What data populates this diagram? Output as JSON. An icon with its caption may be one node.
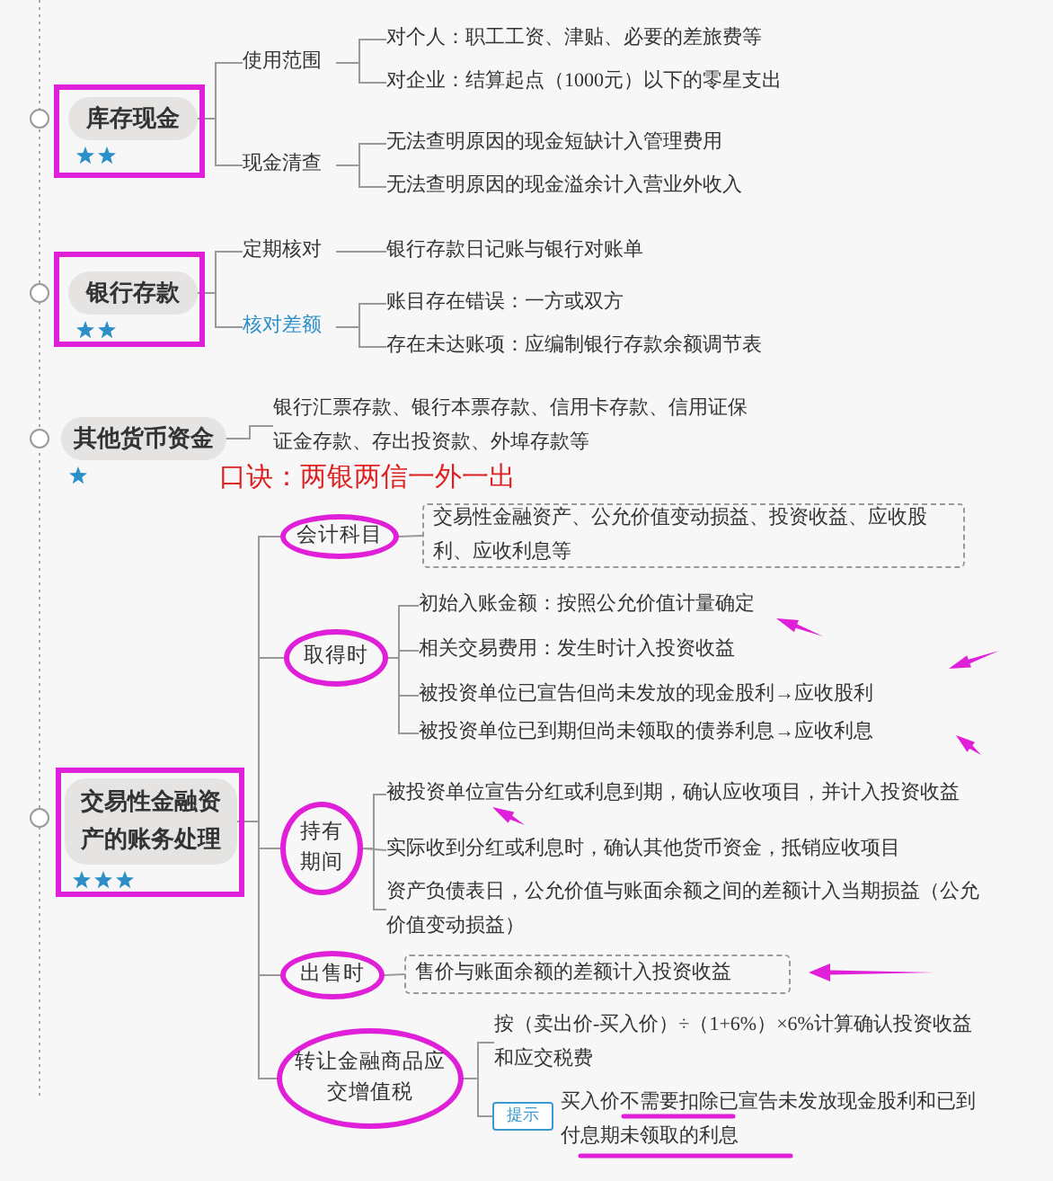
{
  "diagram": {
    "nodes": [
      {
        "text": [
          "库存现金"
        ]
      },
      {
        "text": [
          "使用范围"
        ]
      },
      {
        "text": [
          "对个人：职工工资、津贴、必要的差旅费等"
        ]
      },
      {
        "text": [
          "对企业：结算起点（1000元）以下的零星支出"
        ]
      },
      {
        "text": [
          "现金清查"
        ]
      },
      {
        "text": [
          "无法查明原因的现金短缺计入管理费用"
        ]
      },
      {
        "text": [
          "无法查明原因的现金溢余计入营业外收入"
        ]
      },
      {
        "text": [
          "银行存款"
        ]
      },
      {
        "text": [
          "定期核对"
        ]
      },
      {
        "text": [
          "银行存款日记账与银行对账单"
        ]
      },
      {
        "text": [
          "核对差额"
        ]
      },
      {
        "text": [
          "账目存在错误：一方或双方"
        ]
      },
      {
        "text": [
          "存在未达账项：应编制银行存款余额调节表"
        ]
      },
      {
        "text": [
          "其他货币资金"
        ]
      },
      {
        "text": [
          "银行汇票存款、银行本票存款、信用卡存款、信用证保证金存款、存出投资款、外埠存款等"
        ]
      },
      {
        "text": [
          "交易性金融资产的账务处理"
        ]
      },
      {
        "text": [
          "会计科目"
        ]
      },
      {
        "text": [
          "交易性金融资产、公允价值变动损益、投资收益、应收股利、应收利息等"
        ]
      },
      {
        "text": [
          "取得时"
        ]
      },
      {
        "text": [
          "初始入账金额：按照公允价值计量确定"
        ]
      },
      {
        "text": [
          "相关交易费用：发生时计入投资收益"
        ]
      },
      {
        "text": [
          "被投资单位已宣告但尚未发放的现金股利→应收股利"
        ]
      },
      {
        "text": [
          "被投资单位已到期但尚未领取的债券利息→应收利息"
        ]
      },
      {
        "text": [
          "持有期间"
        ]
      },
      {
        "text": [
          "被投资单位宣告分红或利息到期，确认应收项目，并计入投资收益"
        ]
      },
      {
        "text": [
          "实际收到分红或利息时，确认其他货币资金，抵销应收项目"
        ]
      },
      {
        "text": [
          "资产负债表日，公允价值与账面余额之间的差额计入当期损益（公允价值变动损益）"
        ]
      },
      {
        "text": [
          "出售时"
        ]
      },
      {
        "text": [
          "售价与账面余额的差额计入投资收益"
        ]
      },
      {
        "text": [
          "转让金融商品应交增值税"
        ]
      },
      {
        "text": [
          "按（卖出价-买入价）÷（1+6%）×6%计算确认投资收益和应交税费"
        ]
      },
      {
        "text": [
          "提示"
        ]
      },
      {
        "text": [
          "买入价不需要扣除已宣告未发放现金股利和已到付息期未领取的利息"
        ]
      }
    ],
    "edges": [
      {
        "from": 0,
        "to": 1,
        "arrow": "none"
      },
      {
        "from": 0,
        "to": 4,
        "arrow": "none"
      },
      {
        "from": 1,
        "to": 2,
        "arrow": "none"
      },
      {
        "from": 1,
        "to": 3,
        "arrow": "none"
      },
      {
        "from": 4,
        "to": 5,
        "arrow": "none"
      },
      {
        "from": 4,
        "to": 6,
        "arrow": "none"
      },
      {
        "from": 7,
        "to": 8,
        "arrow": "none"
      },
      {
        "from": 8,
        "to": 9,
        "arrow": "none"
      },
      {
        "from": 7,
        "to": 10,
        "arrow": "none"
      },
      {
        "from": 10,
        "to": 11,
        "arrow": "none"
      },
      {
        "from": 10,
        "to": 12,
        "arrow": "none"
      },
      {
        "from": 13,
        "to": 14,
        "arrow": "none"
      },
      {
        "from": 15,
        "to": 16,
        "arrow": "none"
      },
      {
        "from": 16,
        "to": 17,
        "arrow": "none"
      },
      {
        "from": 15,
        "to": 18,
        "arrow": "none"
      },
      {
        "from": 18,
        "to": 19,
        "arrow": "none"
      },
      {
        "from": 18,
        "to": 20,
        "arrow": "none"
      },
      {
        "from": 18,
        "to": 21,
        "arrow": "none"
      },
      {
        "from": 18,
        "to": 22,
        "arrow": "none"
      },
      {
        "from": 15,
        "to": 23,
        "arrow": "none"
      },
      {
        "from": 23,
        "to": 24,
        "arrow": "none"
      },
      {
        "from": 23,
        "to": 25,
        "arrow": "none"
      },
      {
        "from": 23,
        "to": 26,
        "arrow": "none"
      },
      {
        "from": 15,
        "to": 27,
        "arrow": "none"
      },
      {
        "from": 27,
        "to": 28,
        "arrow": "none"
      },
      {
        "from": 15,
        "to": 29,
        "arrow": "none"
      },
      {
        "from": 29,
        "to": 30,
        "arrow": "none"
      },
      {
        "from": 29,
        "to": 31,
        "arrow": "none"
      }
    ],
    "labels": [
      "口诀：两银两信一外一出"
    ]
  }
}
